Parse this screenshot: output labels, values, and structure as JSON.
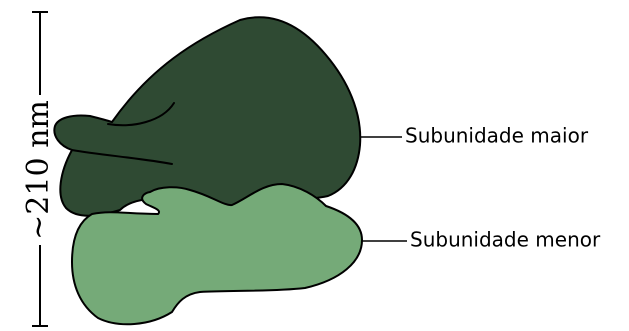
{
  "scale": {
    "label": "~210 nm"
  },
  "labels": {
    "large_subunit": "Subunidade maior",
    "small_subunit": "Subunidade menor"
  },
  "colors": {
    "large_subunit": "#2f4a33",
    "small_subunit": "#75aa78",
    "outline": "#000000"
  }
}
